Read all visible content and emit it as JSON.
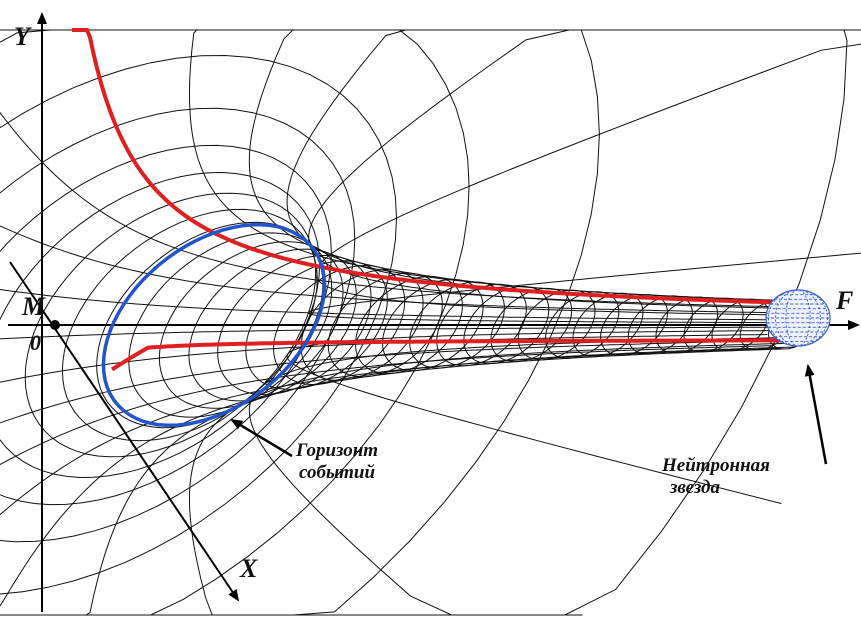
{
  "labels": {
    "axis_y": "Y",
    "axis_x": "X",
    "axis_f": "F",
    "point_m": "M",
    "origin": "0",
    "horizon_line1": "Горизонт",
    "horizon_line2": "событий",
    "star_line1": "Нейтронная",
    "star_line2": "звезда"
  },
  "colors": {
    "mesh": "#111111",
    "outline": "#e02020",
    "horizon": "#2255cc",
    "star": "#3b5fd0",
    "axes": "#000000"
  }
}
